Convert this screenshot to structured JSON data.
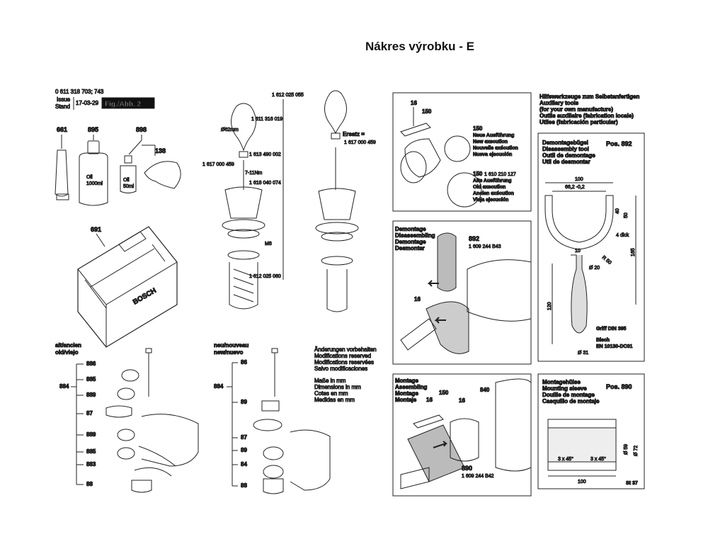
{
  "page_title": "Nákres výrobku - E",
  "header": {
    "part_number": "0 611 318 703; 743",
    "issue_label_1": "Issue",
    "issue_label_2": "Stand",
    "issue_date": "17-03-29",
    "fig_label": "Fig./Abb. 2"
  },
  "left_top": {
    "labels": [
      "661",
      "895",
      "898",
      "138",
      "691"
    ],
    "bottle_large": "Oil\n1000ml",
    "bottle_small": "Oil\n50ml"
  },
  "middle_top": {
    "codes": [
      "1 612 025 055",
      "1 611 316 019",
      "Ø62mm",
      "1 613 490 002",
      "1 617 000 459",
      "7-11Nm",
      "1 618 040 074",
      "M8",
      "1 612 025 060"
    ],
    "ersatz": "Ersatz =",
    "ersatz_code": "1 617 000 459"
  },
  "alt_section": {
    "heading_1": "alt/ancien",
    "heading_2": "old/viejo",
    "group": "884",
    "items": [
      "886",
      "885",
      "889",
      "87",
      "889",
      "885",
      "883",
      "88"
    ]
  },
  "neu_section": {
    "heading_1": "neu/nouveau",
    "heading_2": "new/nuevo",
    "group": "884",
    "items": [
      "86",
      "89",
      "87",
      "89",
      "84",
      "88"
    ]
  },
  "notes": {
    "changes": [
      "Änderungen vorbehalten",
      "Modifications reserved",
      "Modifications reservées",
      "Salvo modificaciones"
    ],
    "dimensions": [
      "Maße in mm",
      "Dimensions in mm",
      "Cotes en mm",
      "Medidas en mm"
    ]
  },
  "panel_ring": {
    "l16": "16",
    "l150": "150",
    "new_num": "150",
    "new_lines": [
      "Neue Ausführung",
      "New execution",
      "Nouvelle exécution",
      "Nueva ejecución"
    ],
    "old_num": "150",
    "old_code": "1 610 210 127",
    "old_lines": [
      "Alte Ausführung",
      "Old execution",
      "Ancien exécution",
      "Vieja ejecución"
    ]
  },
  "panel_demontage": {
    "lines": [
      "Demontage",
      "Disassembling",
      "Demontage",
      "Desmontar"
    ],
    "part": "892",
    "code": "1 609 244 B43",
    "l16": "16"
  },
  "panel_montage": {
    "lines": [
      "Montage",
      "Assembling",
      "Montage",
      "Montaje"
    ],
    "l16a": "16",
    "l150": "150",
    "l16b": "16",
    "l840": "840",
    "part": "890",
    "code": "1 609 244 B42"
  },
  "aux_tools": {
    "lines": [
      "Hilfswerkzeuge zum Selbstanfertigen",
      "Auxiliary tools",
      "(for your own manufacture)",
      "Outils auxiliaire (fabrication locale)",
      "Utiles (fabricación particular)"
    ]
  },
  "tool_892": {
    "lines": [
      "Demontagebügel",
      "Disassembly tool",
      "Outil de demontage",
      "Util de desmontar"
    ],
    "pos": "Pos. 892",
    "dims": [
      "100",
      "66,2 -0,2",
      "40",
      "50",
      "4 dick",
      "10",
      "R 50",
      "Ø 20",
      "165",
      "120",
      "Ø 31"
    ],
    "griff": "Griff DIN 395",
    "blech_1": "Blech",
    "blech_2": "EN 10130-DC01"
  },
  "tool_890": {
    "lines": [
      "Montagehülse",
      "Mounting sleeve",
      "Douille de montage",
      "Casquillo de montaje"
    ],
    "pos": "Pos. 890",
    "dims": [
      "3 x 45°",
      "3 x 45°",
      "Ø 59",
      "Ø 72",
      "100"
    ],
    "material": "St 37"
  }
}
